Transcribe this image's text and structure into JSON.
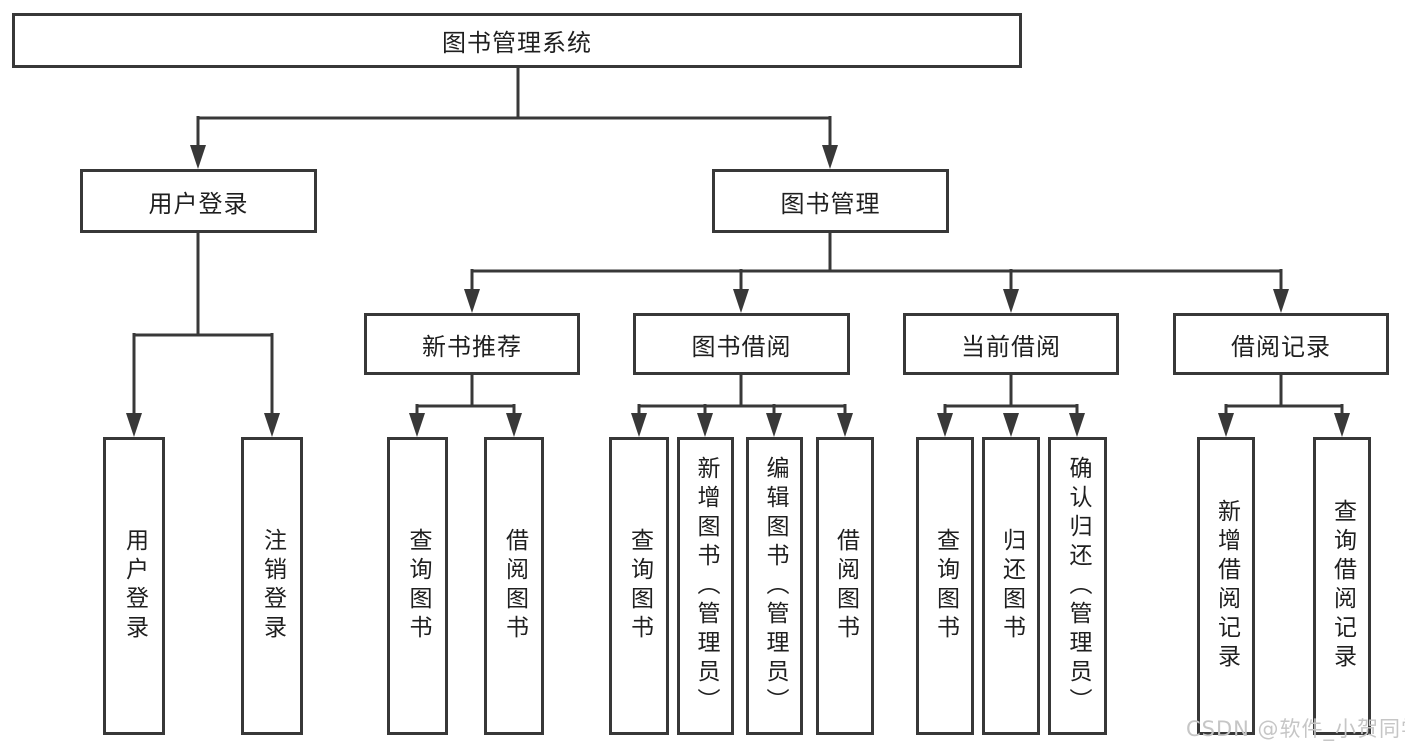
{
  "tree": {
    "root": {
      "label": "图书管理系统"
    },
    "branches": [
      {
        "label": "用户登录",
        "children": [
          {
            "label": "用户登录"
          },
          {
            "label": "注销登录"
          }
        ]
      },
      {
        "label": "图书管理",
        "children": [
          {
            "label": "新书推荐",
            "children": [
              {
                "label": "查询图书"
              },
              {
                "label": "借阅图书"
              }
            ]
          },
          {
            "label": "图书借阅",
            "children": [
              {
                "label": "查询图书"
              },
              {
                "label": "新增图书（管理员）"
              },
              {
                "label": "编辑图书（管理员）"
              },
              {
                "label": "借阅图书"
              }
            ]
          },
          {
            "label": "当前借阅",
            "children": [
              {
                "label": "查询图书"
              },
              {
                "label": "归还图书"
              },
              {
                "label": "确认归还（管理员）"
              }
            ]
          },
          {
            "label": "借阅记录",
            "children": [
              {
                "label": "新增借阅记录"
              },
              {
                "label": "查询借阅记录"
              }
            ]
          }
        ]
      }
    ]
  },
  "watermark": {
    "text": "CSDN @软件_小贺同学"
  },
  "colors": {
    "line": "#383838",
    "text": "#1f1f1f",
    "background": "#ffffff",
    "watermark": "#c6c6c6"
  }
}
